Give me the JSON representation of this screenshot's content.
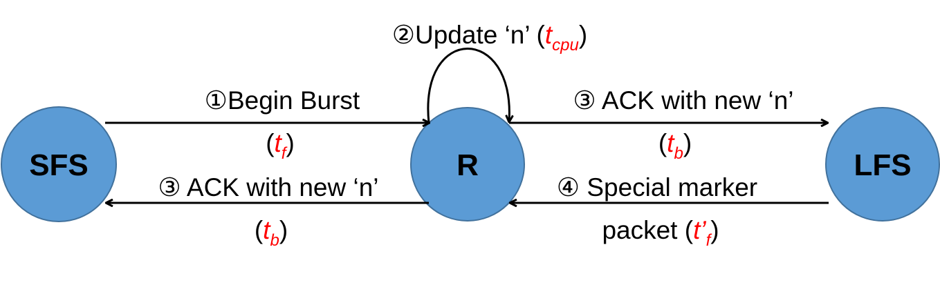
{
  "colors": {
    "node_fill": "#5b9bd5",
    "node_stroke": "#41719c",
    "arrow": "#000000",
    "time_text": "#ff0000"
  },
  "nodes": {
    "sfs": "SFS",
    "r": "R",
    "lfs": "LFS"
  },
  "edges": {
    "begin_burst": {
      "step": "①",
      "text": "Begin Burst",
      "time_var": "t",
      "time_sub": "f"
    },
    "update_n": {
      "step": "②",
      "text": "Update ‘n’",
      "time_var": "t",
      "time_sub": "cpu"
    },
    "ack_to_lfs": {
      "step": "③",
      "text": "ACK with new ‘n’",
      "time_var": "t",
      "time_sub": "b"
    },
    "ack_to_sfs": {
      "step": "③",
      "text": "ACK with new ‘n’",
      "time_var": "t",
      "time_sub": "b"
    },
    "special_marker": {
      "step": "④",
      "text": "Special marker",
      "text_line2": "packet",
      "time_var": "t’",
      "time_sub": "f"
    }
  }
}
